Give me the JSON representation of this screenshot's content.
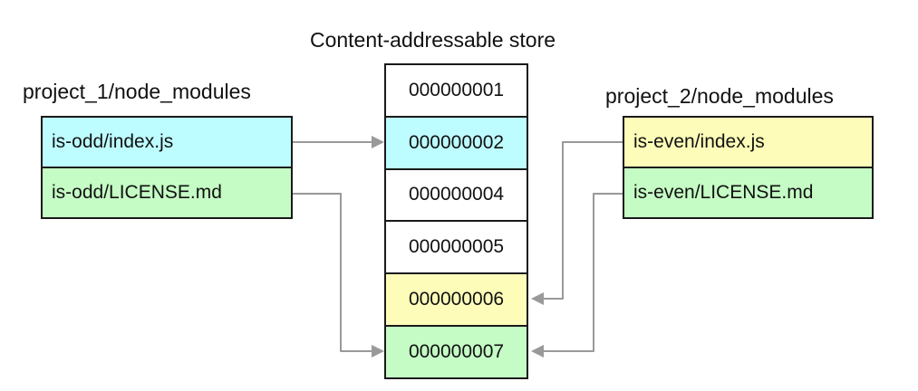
{
  "title": "Content-addressable store",
  "left_group": {
    "label": "project_1/node_modules",
    "items": [
      {
        "label": "is-odd/index.js",
        "bg": "#bdfcff"
      },
      {
        "label": "is-odd/LICENSE.md",
        "bg": "#c5fcc5"
      }
    ]
  },
  "store": {
    "rows": [
      {
        "label": "000000001",
        "bg": "#ffffff"
      },
      {
        "label": "000000002",
        "bg": "#bdfcff"
      },
      {
        "label": "000000004",
        "bg": "#ffffff"
      },
      {
        "label": "000000005",
        "bg": "#ffffff"
      },
      {
        "label": "000000006",
        "bg": "#fdfdb9"
      },
      {
        "label": "000000007",
        "bg": "#c5fcc5"
      }
    ]
  },
  "right_group": {
    "label": "project_2/node_modules",
    "items": [
      {
        "label": "is-even/index.js",
        "bg": "#fdfdb9"
      },
      {
        "label": "is-even/LICENSE.md",
        "bg": "#c5fcc5"
      }
    ]
  },
  "connections": [
    {
      "from": "is-odd/index.js",
      "to": "000000002"
    },
    {
      "from": "is-odd/LICENSE.md",
      "to": "000000007"
    },
    {
      "from": "is-even/index.js",
      "to": "000000006"
    },
    {
      "from": "is-even/LICENSE.md",
      "to": "000000007"
    }
  ],
  "colors": {
    "arrow": "#999999",
    "border": "#1a1a1a",
    "cyan": "#bdfcff",
    "green": "#c5fcc5",
    "yellow": "#fdfdb9"
  }
}
